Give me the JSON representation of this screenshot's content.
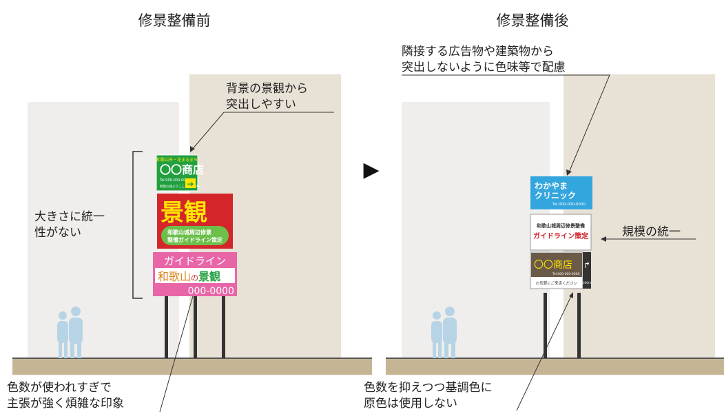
{
  "colors": {
    "building_gray": "#efeeec",
    "building_beige": "#e8e1d5",
    "ground": "#c6b595",
    "person": "#b7d4e6",
    "sign_green": "#22a040",
    "sign_red": "#d4252b",
    "sign_pink": "#e866a8",
    "sign_yellow": "#ffe500",
    "sign_blue": "#34a6de",
    "sign_brown": "#6b5a48",
    "pole": "#333333"
  },
  "before": {
    "title": "修景整備前",
    "callout_top": {
      "line1": "背景の景観から",
      "line2": "突出しやすい"
    },
    "callout_left": {
      "line1": "大きさに統一",
      "line2": "性がない"
    },
    "callout_bottom": {
      "line1": "色数が使われすぎで",
      "line2": "主張が強く煩雑な印象"
    },
    "sign_green": {
      "top_text": "和歌山市・花まるまち",
      "shop": "〇〇商店",
      "tel": "Tel.000-000-0000",
      "address": "和歌山城よりここより 100m",
      "arrow": "➔"
    },
    "sign_red": {
      "big": "景観",
      "pill_line1": "和歌山城周辺修景",
      "pill_line2": "整備ガイドライン策定"
    },
    "sign_pink": {
      "header": "ガイドライン",
      "mid_a": "和歌山",
      "mid_b": "の",
      "mid_c": "景観",
      "phone": "000-0000"
    }
  },
  "after": {
    "title": "修景整備後",
    "callout_top": {
      "line1": "隣接する広告物や建築物から",
      "line2": "突出しないように色味等で配慮"
    },
    "callout_right": "規模の統一",
    "callout_bottom": {
      "line1": "色数を抑えつつ基調色に",
      "line2": "原色は使用しない"
    },
    "sign_blue": {
      "line1": "わかやま",
      "line2": "クリニック",
      "tel": "Tel.000-000-0000"
    },
    "sign_white": {
      "line1": "和歌山城周辺修景整備",
      "line2": "ガイドライン策定"
    },
    "sign_brown": {
      "shop": "〇〇商店",
      "tel": "Tel.000-000-0000",
      "footer": "お気軽にご来店ください",
      "side_arrow": "↱",
      "side_text": "100m"
    }
  },
  "transition_arrow": "▶"
}
